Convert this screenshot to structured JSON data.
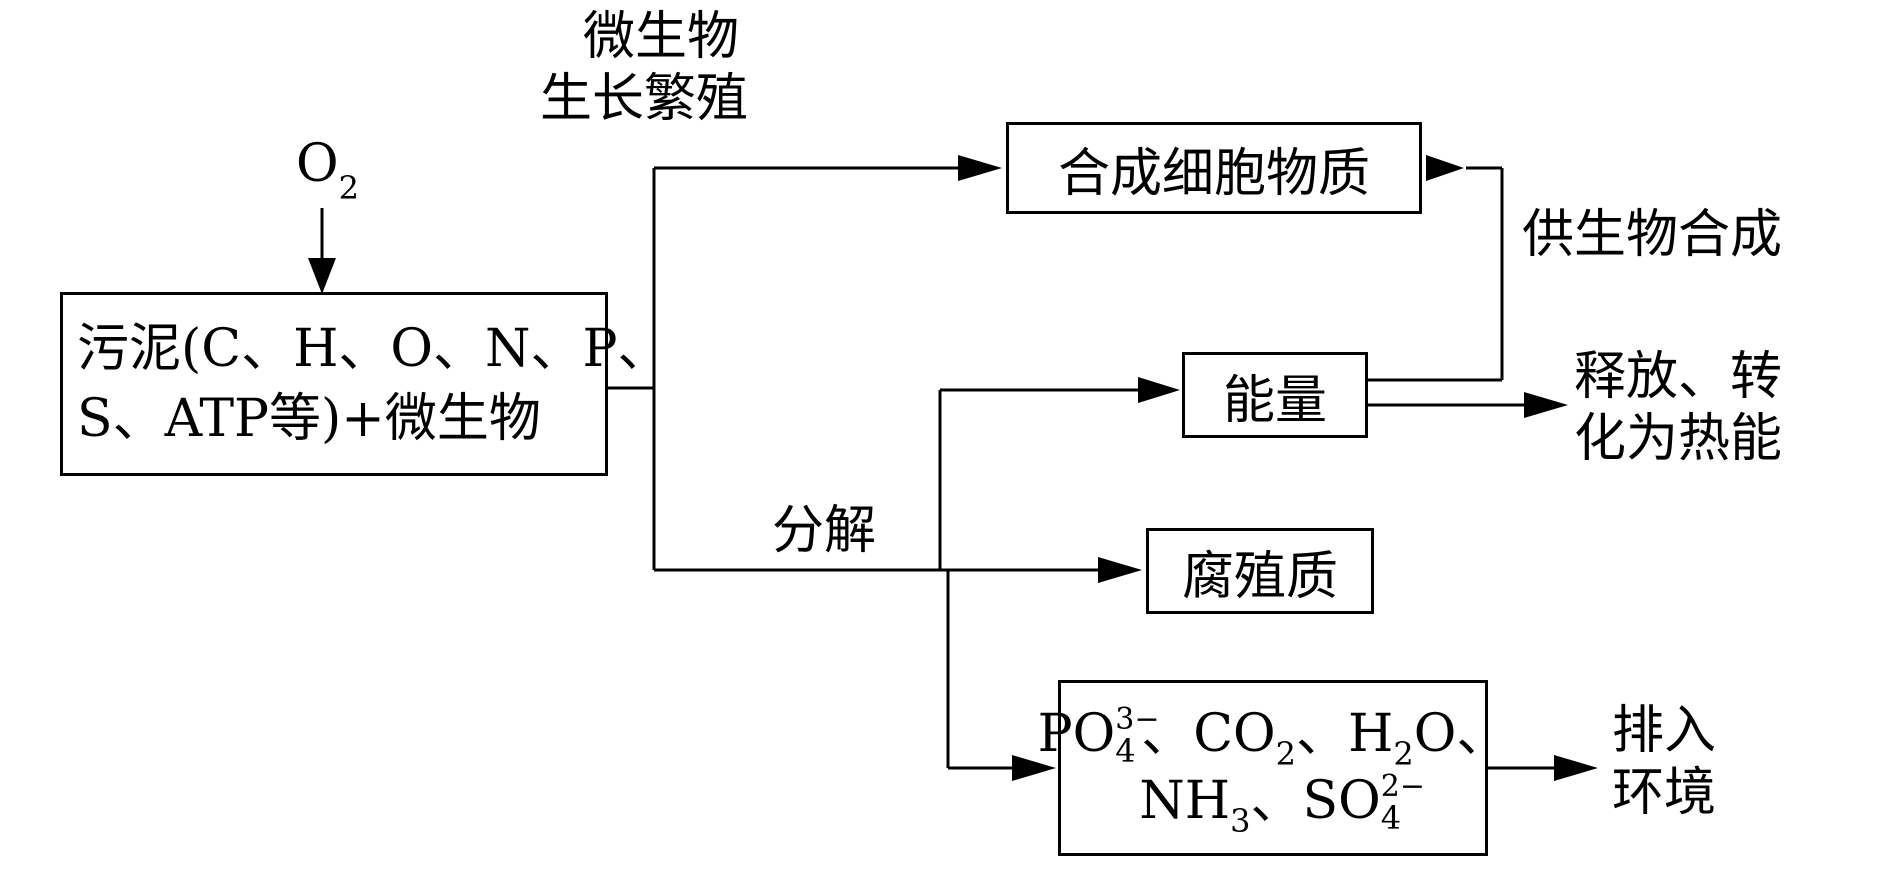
{
  "oxygen": {
    "main": "O",
    "sub": "2"
  },
  "input_box": {
    "line1": "污泥(C、H、O、N、P、",
    "line2": "S、ATP等)+微生物"
  },
  "top_label": {
    "line1": "微生物",
    "line2": "生长繁殖"
  },
  "cell_box": {
    "text": "合成细胞物质"
  },
  "biosynthesis_label": "供生物合成",
  "energy_box": {
    "text": "能量"
  },
  "heat_label": {
    "line1": "释放、转",
    "line2": "化为热能"
  },
  "decompose_label": "分解",
  "humus_box": {
    "text": "腐殖质"
  },
  "products_box": {
    "p_main": "PO",
    "p_sub": "4",
    "p_sup": "3−",
    "sep1": "、CO",
    "co2_sub": "2",
    "sep2": "、H",
    "h2o_sub": "2",
    "h2o_tail": "O、",
    "nh": "NH",
    "nh3_sub": "3",
    "sep3": "、SO",
    "so_sub": "4",
    "so_sup": "2−"
  },
  "discharge_label": {
    "line1": "排入",
    "line2": "环境"
  }
}
